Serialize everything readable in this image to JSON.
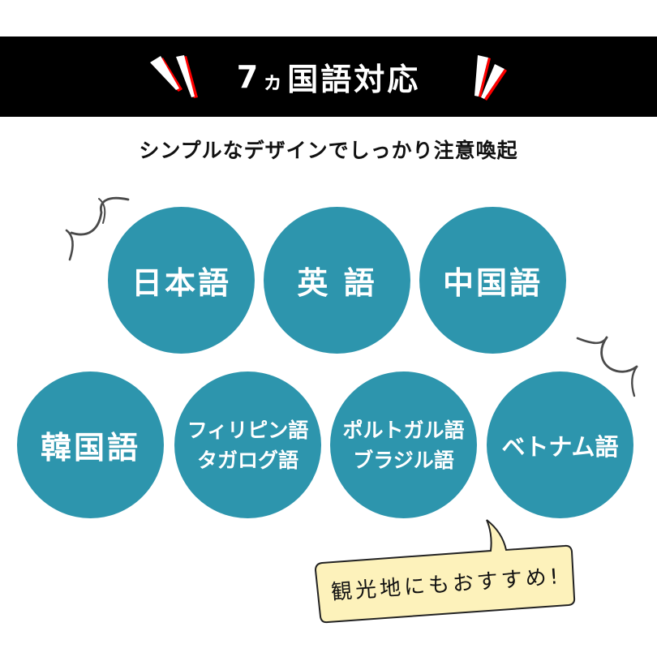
{
  "banner": {
    "title_number": "7",
    "title_counter": "ヵ",
    "title_rest": "国語対応",
    "background_color": "#000000",
    "accent_color": "#ff0000"
  },
  "subtitle": "シンプルなデザインでしっかり注意喚起",
  "circle_color": "#2d95ad",
  "languages": [
    {
      "lines": [
        "日本語"
      ]
    },
    {
      "lines": [
        "英 語"
      ]
    },
    {
      "lines": [
        "中国語"
      ]
    },
    {
      "lines": [
        "韓国語"
      ]
    },
    {
      "lines": [
        "フィリピン語",
        "タガログ語"
      ]
    },
    {
      "lines": [
        "ポルトガル語",
        "ブラジル語"
      ]
    },
    {
      "lines": [
        "ベトナム語"
      ]
    }
  ],
  "speech_bubble": {
    "text": "観光地にもおすすめ!",
    "fill_color": "#fdf2bb"
  }
}
